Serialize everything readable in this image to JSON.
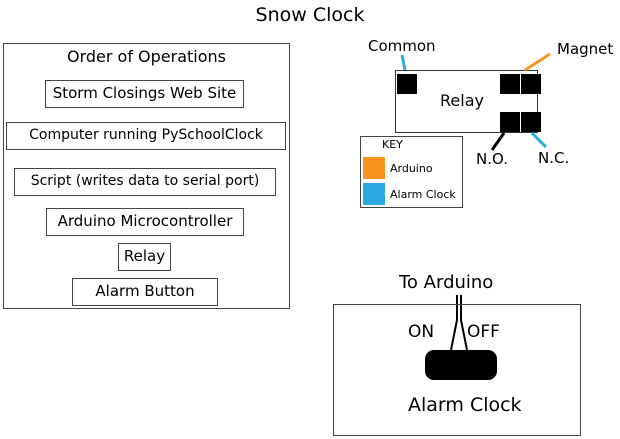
{
  "title": "Snow Clock",
  "order": {
    "heading": "Order of Operations",
    "steps": [
      "Storm Closings Web Site",
      "Computer running PySchoolClock",
      "Script (writes data to serial port)",
      "Arduino Microcontroller",
      "Relay",
      "Alarm Button"
    ]
  },
  "relay": {
    "label": "Relay",
    "common": "Common",
    "magnet": "Magnet",
    "no": "N.O.",
    "nc": "N.C."
  },
  "key": {
    "title": "KEY",
    "items": [
      {
        "label": "Arduino",
        "color": "#f7931e"
      },
      {
        "label": "Alarm Clock",
        "color": "#29abe2"
      }
    ]
  },
  "alarm_clock": {
    "to_arduino": "To Arduino",
    "on": "ON",
    "off": "OFF",
    "label": "Alarm Clock"
  }
}
